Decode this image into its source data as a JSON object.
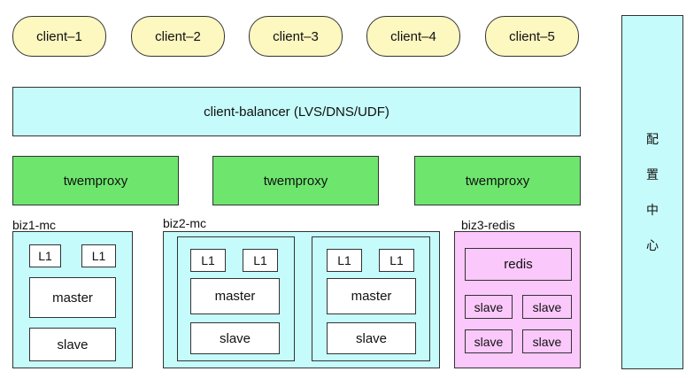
{
  "clients": [
    "client–1",
    "client–2",
    "client–3",
    "client–4",
    "client–5"
  ],
  "balancer": "client-balancer (LVS/DNS/UDF)",
  "proxies": [
    "twemproxy",
    "twemproxy",
    "twemproxy"
  ],
  "biz1": {
    "label": "biz1-mc",
    "l1a": "L1",
    "l1b": "L1",
    "master": "master",
    "slave": "slave"
  },
  "biz2": {
    "label": "biz2-mc",
    "left": {
      "l1a": "L1",
      "l1b": "L1",
      "master": "master",
      "slave": "slave"
    },
    "right": {
      "l1a": "L1",
      "l1b": "L1",
      "master": "master",
      "slave": "slave"
    }
  },
  "biz3": {
    "label": "biz3-redis",
    "redis": "redis",
    "slaves": [
      "slave",
      "slave",
      "slave",
      "slave"
    ]
  },
  "config": [
    "配",
    "置",
    "中",
    "心"
  ],
  "colors": {
    "client_fill": "#fdf7c0",
    "balancer_fill": "#c6fbfb",
    "proxy_fill": "#6ee66e",
    "redis_fill": "#fbc8fb",
    "border": "#333333"
  }
}
